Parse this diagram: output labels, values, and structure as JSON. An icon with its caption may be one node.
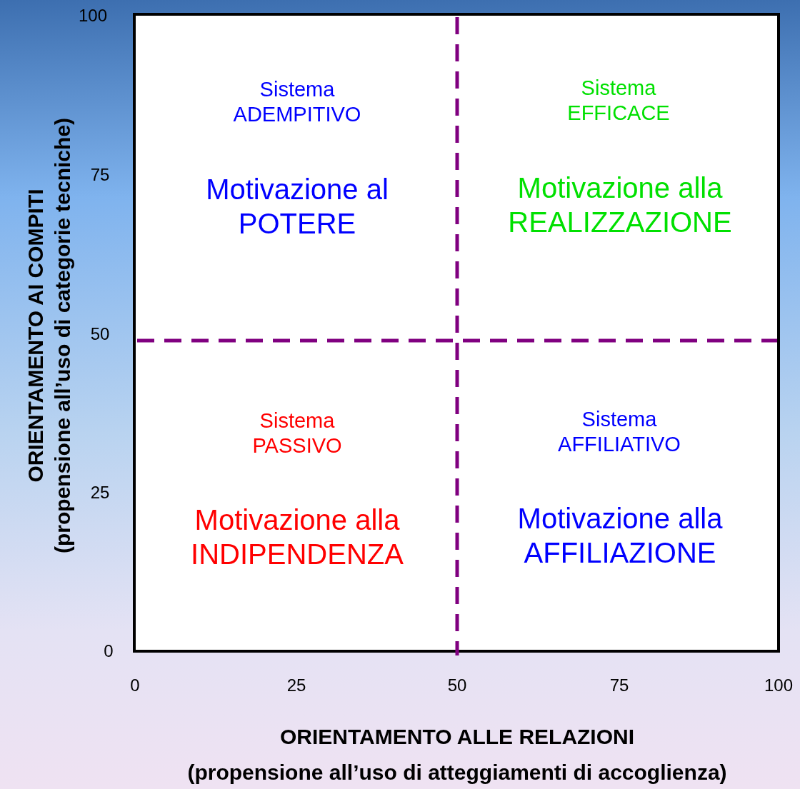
{
  "diagram": {
    "labels": [
      "ORIENTAMENTO AI COMPITI",
      "(propensione all’uso di categorie tecniche)",
      "100",
      "75",
      "50",
      "25",
      "0",
      "Sistema ADEMPITIVO",
      "Sistema EFFICACE",
      "Motivazione al POTERE",
      "Motivazione alla REALIZZAZIONE",
      "Sistema PASSIVO",
      "Sistema AFFILIATIVO",
      "Motivazione alla INDIPENDENZA",
      "Motivazione alla AFFILIAZIONE",
      "0",
      "25",
      "50",
      "75",
      "100",
      "ORIENTAMENTO ALLE RELAZIONI",
      "(propensione all’uso di atteggiamenti di accoglienza)"
    ]
  }
}
